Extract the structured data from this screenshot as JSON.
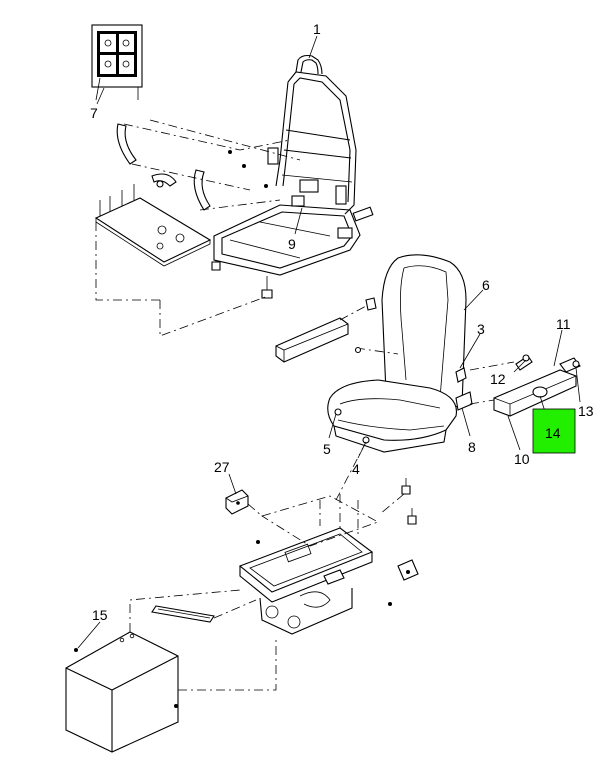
{
  "callouts": {
    "c1": "1",
    "c3": "3",
    "c4": "4",
    "c5": "5",
    "c6": "6",
    "c7": "7",
    "c8": "8",
    "c9": "9",
    "c10": "10",
    "c11": "11",
    "c12": "12",
    "c13": "13",
    "c14": "14",
    "c15": "15",
    "c27": "27"
  },
  "highlight": {
    "part": "14",
    "color": "#22ee00"
  }
}
